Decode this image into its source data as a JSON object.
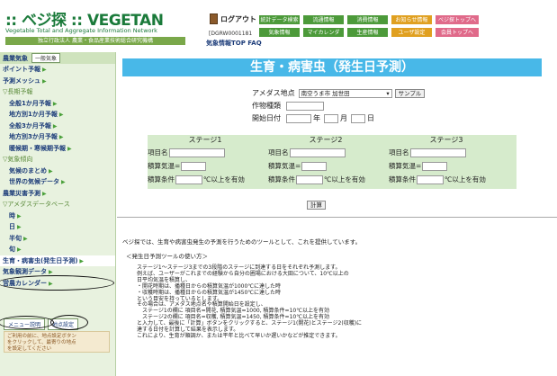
{
  "header": {
    "logo_main": ":: ベジ探 :: VEGETAN",
    "logo_sub": "Vegetable Total and Aggregate Information Network",
    "org": "独立行政法人 農業・食品産業技術総合研究機構",
    "logout": "ログアウト",
    "user_id": "[DGRW0001181",
    "top_faq": "気象情報TOP   FAQ",
    "nav_row1": [
      "統計データ検索",
      "流通情報",
      "消費情報",
      "お知らせ情報",
      "ベジ探トップへ"
    ],
    "nav_row2": [
      "気象情報",
      "マイカレンダ",
      "生産情報",
      "ユーザ設定",
      "会員トップへ"
    ]
  },
  "sidebar": {
    "top_label": "農業気象",
    "top_badge": "一般気象",
    "items": [
      {
        "label": "ポイント予報",
        "level": 0,
        "arrow": true
      },
      {
        "label": "予測メッシュ",
        "level": 0,
        "arrow": true
      },
      {
        "label": "長期予報",
        "level": 0,
        "cat": true
      },
      {
        "label": "全般1か月予報",
        "level": 1,
        "arrow": true
      },
      {
        "label": "地方別1か月予報",
        "level": 1,
        "arrow": true
      },
      {
        "label": "全般3か月予報",
        "level": 1,
        "arrow": true
      },
      {
        "label": "地方別3か月予報",
        "level": 1,
        "arrow": true
      },
      {
        "label": "暖候期・寒候期予報",
        "level": 1,
        "arrow": true
      },
      {
        "label": "気象傾向",
        "level": 0,
        "cat": true
      },
      {
        "label": "気候のまとめ",
        "level": 1,
        "arrow": true
      },
      {
        "label": "世界の気候データ",
        "level": 1,
        "arrow": true
      },
      {
        "label": "農業災害予測",
        "level": 0,
        "arrow": true
      },
      {
        "label": "アメダスデータベース",
        "level": 0,
        "cat": true
      },
      {
        "label": "時",
        "level": 1,
        "arrow": true
      },
      {
        "label": "日",
        "level": 1,
        "arrow": true
      },
      {
        "label": "半旬",
        "level": 1,
        "arrow": true
      },
      {
        "label": "旬",
        "level": 1,
        "arrow": true
      },
      {
        "label": "生育・病害虫(発生日予測)",
        "level": 0,
        "arrow": true,
        "active": true
      },
      {
        "label": "気象観測データ",
        "level": 0,
        "arrow": true
      },
      {
        "label": "営農カレンダー",
        "level": 0,
        "arrow": true
      }
    ],
    "menu_help": "メニュー説明",
    "location_setting": "地点設定",
    "help_text_1": "ご利用の前に、地点設定ボタン",
    "help_text_2": "をクリックして、最寄りの地点",
    "help_text_3": "を設定してください"
  },
  "main": {
    "title": "生育・病害虫（発生日予測）",
    "amedas_label": "アメダス地点",
    "amedas_value": "南空うま市 加世田",
    "sample_btn": "サンプル",
    "crop_label": "作物種類",
    "start_label": "開始日付",
    "year": "年",
    "month": "月",
    "day": "日",
    "stages": [
      {
        "title": "ステージ1"
      },
      {
        "title": "ステージ2"
      },
      {
        "title": "ステージ3"
      }
    ],
    "item_name": "項目名",
    "accum_temp": "積算気温=",
    "accum_cond": "積算条件",
    "cond_suffix": "℃以上を有効",
    "calc_btn": "計算",
    "description": "ベジ探では、生育や病害虫発生の予測を行うためのツールとして、これを提供しています。",
    "howto_title": "＜発生日予測ツールの使い方＞",
    "howto_lines": [
      "ステージ1～ステージ3までの3段階のステージに到達する日をそれぞれ予測します。",
      "例えば、ユーザーがこれまでの経験から自分の圃場における大田について、10℃以上の",
      "日平均気温を積算し、",
      "・開花時期は、播種日からの積算気温が1000℃に達した時",
      "・収穫時期は、播種日からの積算気温が1450℃に達した時",
      "という目安を持っているとします。",
      "その場合は、アメダス地点名や積算開始日を設定し、",
      "　ステージ1の欄に 項目名=開花, 積算気温=1000, 積算条件=10℃以上を有効",
      "　ステージ2の欄に 項目名=収穫, 積算気温=1450, 積算条件=10℃以上を有効",
      "と入力して、最後に「計算」ボタンをクリックすると、ステージ1(開花)とステージ2(収穫)に",
      "達する日付を計算して結果を表示します。",
      "これにより、生育が順調か、または平年と比べて早いか遅いかなどが推定できます。"
    ]
  }
}
